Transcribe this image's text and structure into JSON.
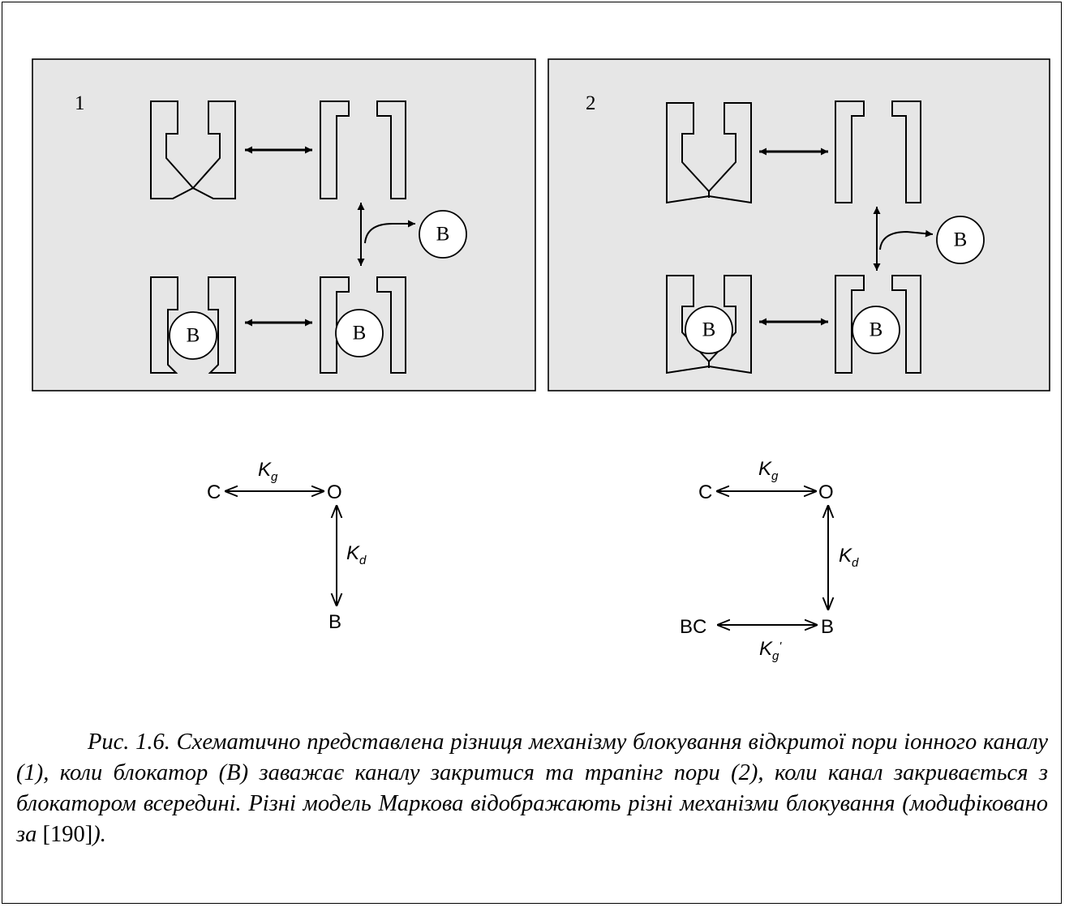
{
  "panels": [
    {
      "number": "1",
      "ball_labels": [
        "B",
        "B",
        "B"
      ]
    },
    {
      "number": "2",
      "ball_labels": [
        "B",
        "B",
        "B"
      ]
    }
  ],
  "schemes": [
    {
      "closed": "C",
      "open": "O",
      "blocked": "B",
      "kg_main": "K",
      "kg_sub": "g",
      "kd_main": "K",
      "kd_sub": "d"
    },
    {
      "closed": "C",
      "open": "O",
      "blocked": "B",
      "blocked_closed": "BC",
      "kg_main": "K",
      "kg_sub": "g",
      "kd_main": "K",
      "kd_sub": "d",
      "kg2_main": "K",
      "kg2_sub": "g",
      "kg2_prime": "'"
    }
  ],
  "caption": {
    "part1": "Рис. 1.6. Схематично представлена різниця механізму блокування відкритої пори іонного каналу (1), коли блокатор (B) заважає каналу закритися та трапінг пори (2), коли канал закривається з блокатором всередині. Різні модель Маркова відображають різні механізми блокування (модифіковано за ",
    "ref": "[190]",
    "part2": ")."
  }
}
